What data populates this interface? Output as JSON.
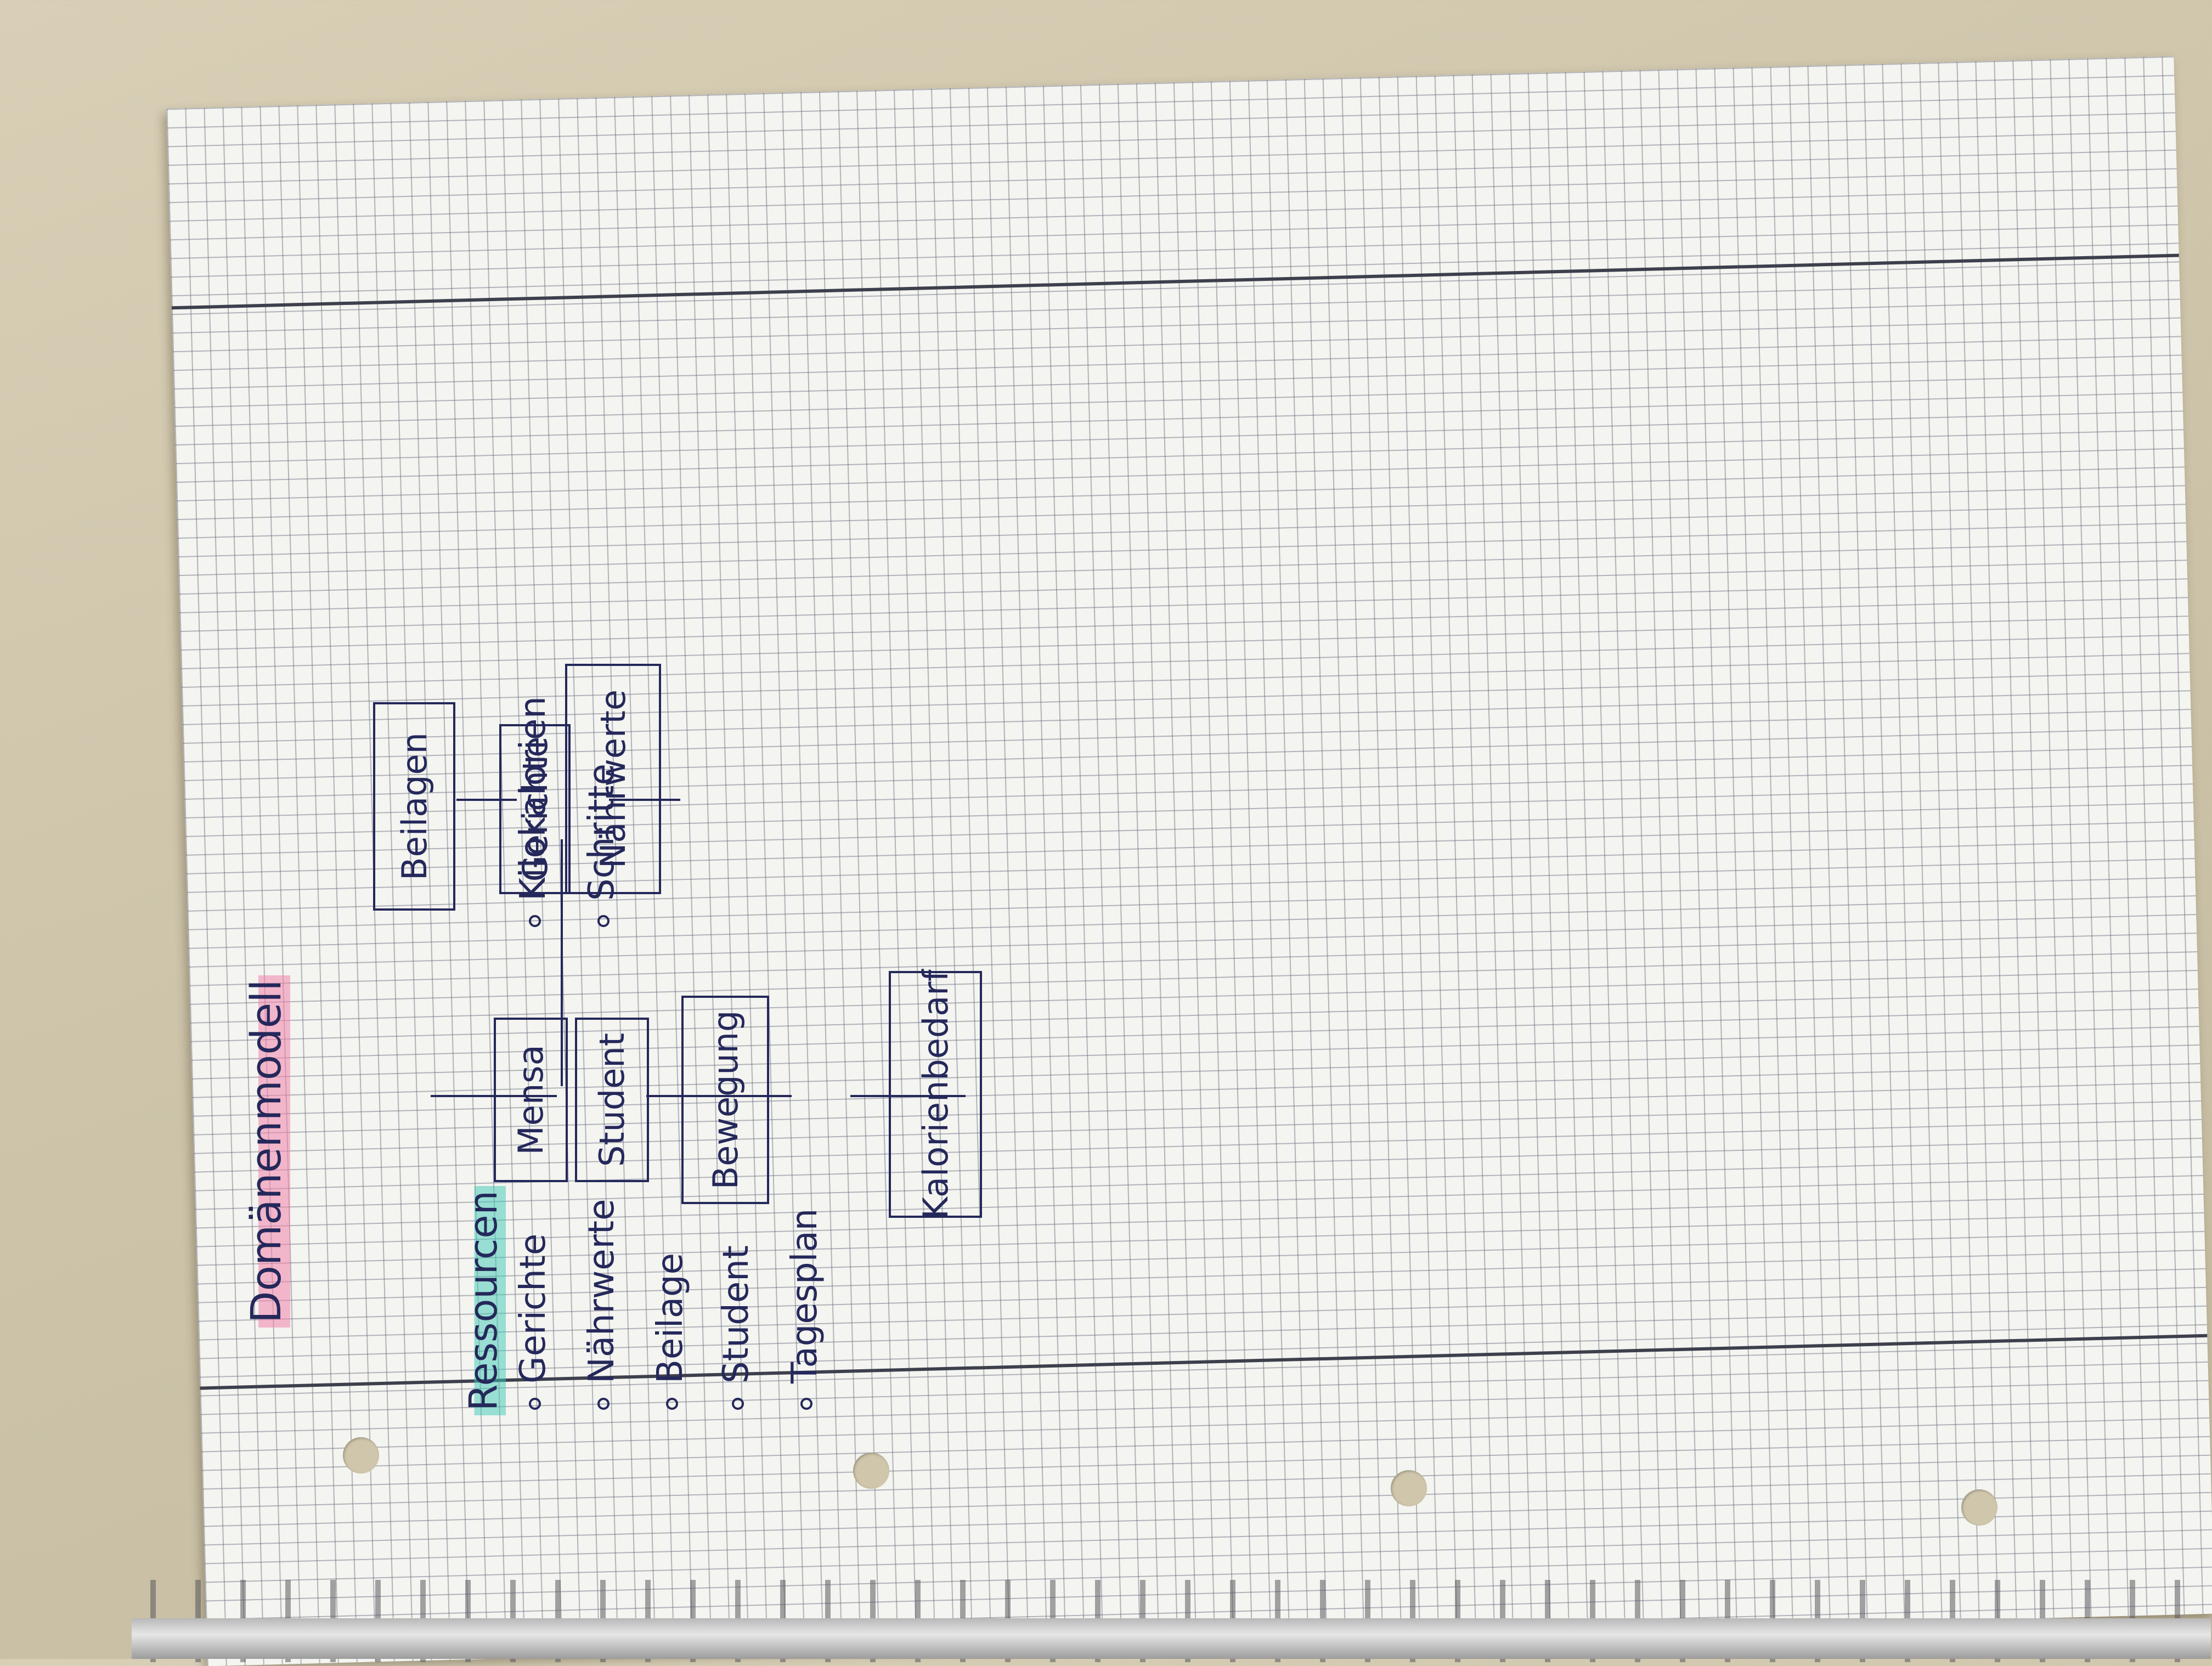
{
  "title": "Domänenmodell",
  "entities": {
    "beilagen": "Beilagen",
    "gerichte": "Gerichte",
    "naehrwerte": "Nährwerte",
    "mensa": "Mensa",
    "student": "Student",
    "bewegung": "Bewegung",
    "kalorienbedarf": "Kalorienbedarf"
  },
  "relations": [
    [
      "Mensa",
      "Student"
    ],
    [
      "Student",
      "Bewegung"
    ],
    [
      "Bewegung",
      "Kalorienbedarf"
    ],
    [
      "Mensa",
      "Gerichte"
    ],
    [
      "Gerichte",
      "Beilagen"
    ],
    [
      "Gerichte",
      "Nährwerte"
    ]
  ],
  "resources": {
    "title": "Ressourcen",
    "items": [
      "Gerichte",
      "Nährwerte",
      "Beilage",
      "Student",
      "Tagesplan",
      "Kilokalorien",
      "Schritte"
    ]
  },
  "colors": {
    "ink": "#24285a",
    "title_highlight": "#f082aa",
    "resources_highlight": "#3cc8b4"
  }
}
